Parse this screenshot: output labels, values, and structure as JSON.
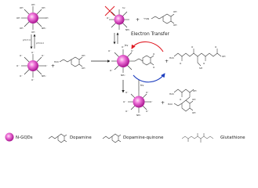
{
  "diagram": {
    "ph_labels": [
      "pH=7.0",
      "pH=4.0"
    ],
    "electron_transfer_label": "Electron Transfer",
    "hv_label": "hv",
    "legend": {
      "ngqds": "N-GQDs",
      "dopamine": "Dopamine",
      "dopamine_quinone": "Dopamine-quinone",
      "glutathione": "Glutathione"
    },
    "colors": {
      "qd_center": "#ffd7f2",
      "qd_mid": "#ec5fd2",
      "qd_edge": "#b01b98",
      "arrow_red": "#e01b24",
      "arrow_blue": "#2040c0",
      "cross": "#e01b24",
      "ink": "#222222"
    }
  }
}
